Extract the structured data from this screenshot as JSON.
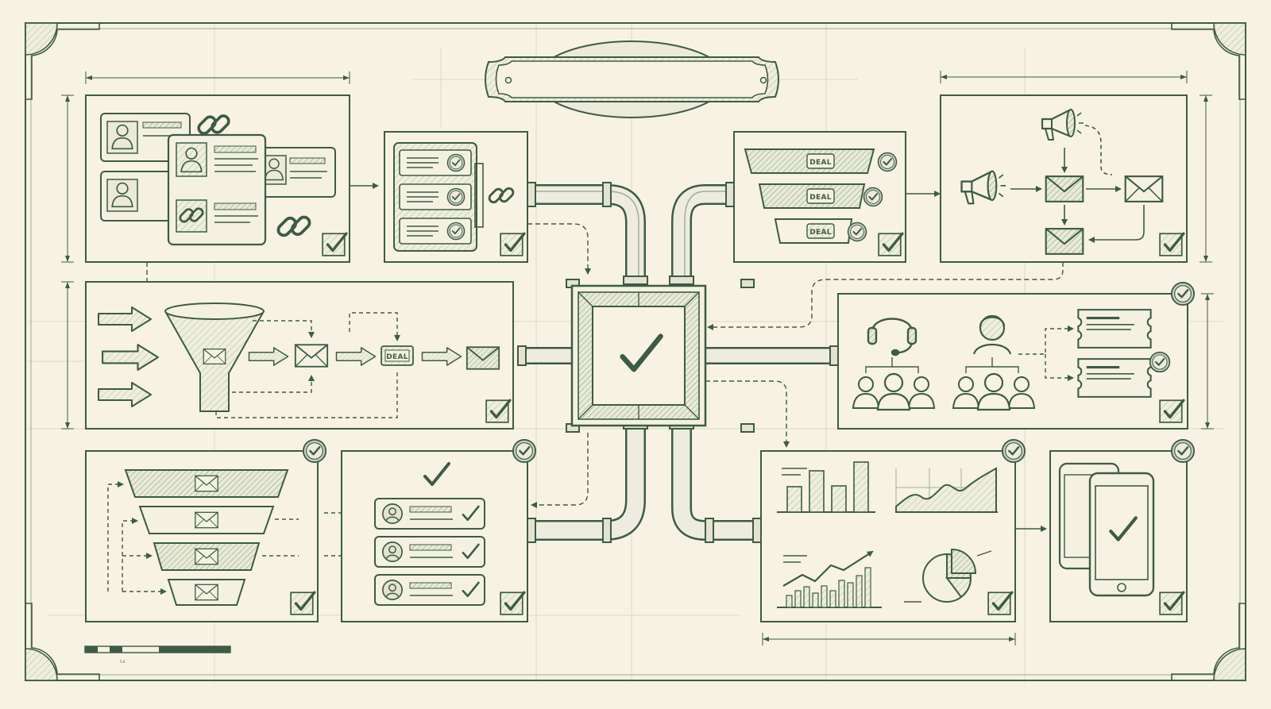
{
  "diagram": {
    "title_plaque": {
      "text": ""
    },
    "colors": {
      "ink": "#3d5c43",
      "paper": "#f7f2e3",
      "hatch": "#b9c6b2",
      "light": "#e9e6d3"
    },
    "labels": {
      "deal_badge": "DEAL",
      "funnel_deal_tag": "DEAL",
      "scale_mark": "5.0"
    },
    "panels": [
      {
        "id": "contacts",
        "icons": [
          "contact-card-icon",
          "person-icon",
          "chain-link-icon",
          "check-box-icon"
        ]
      },
      {
        "id": "linked-list",
        "icons": [
          "list-item-icon",
          "check-icon",
          "chain-link-icon",
          "check-box-icon"
        ]
      },
      {
        "id": "lead-funnel",
        "icons": [
          "arrow-icon",
          "funnel-icon",
          "envelope-icon",
          "deal-tag-icon",
          "check-box-icon"
        ]
      },
      {
        "id": "deal-pipeline",
        "icons": [
          "deal-bar-icon",
          "check-circle-icon",
          "check-box-icon"
        ]
      },
      {
        "id": "campaign",
        "icons": [
          "megaphone-icon",
          "envelope-icon",
          "check-box-icon"
        ]
      },
      {
        "id": "team-support",
        "icons": [
          "headset-icon",
          "agent-icon",
          "team-icon",
          "ticket-icon",
          "check-circle-icon",
          "check-box-icon"
        ]
      },
      {
        "id": "email-funnel",
        "icons": [
          "funnel-tier-icon",
          "envelope-icon",
          "check-circle-icon",
          "check-box-icon"
        ]
      },
      {
        "id": "contact-approvals",
        "icons": [
          "check-icon",
          "avatar-icon",
          "check-circle-icon",
          "check-box-icon"
        ]
      },
      {
        "id": "analytics",
        "icons": [
          "bar-chart-icon",
          "area-chart-icon",
          "trend-chart-icon",
          "pie-chart-icon",
          "check-circle-icon",
          "check-box-icon"
        ]
      },
      {
        "id": "mobile",
        "icons": [
          "phone-icon",
          "check-icon",
          "check-circle-icon",
          "check-box-icon"
        ]
      }
    ],
    "hub": {
      "icon": "big-check-icon"
    }
  }
}
